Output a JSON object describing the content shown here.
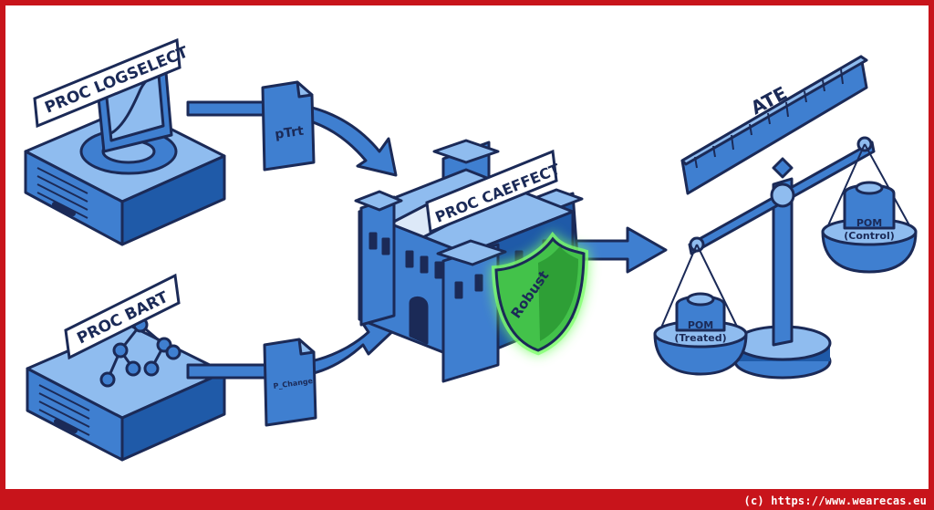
{
  "labels": {
    "logselect": "PROC LOGSELECT",
    "bart": "PROC BART",
    "caeffect": "PROC CAEFFECT",
    "ptrt": "pTrt",
    "pchange": "P_Change",
    "robust": "Robust",
    "ate": "ATE",
    "pom_treated_1": "POM",
    "pom_treated_2": "(Treated)",
    "pom_control_1": "POM",
    "pom_control_2": "(Control)"
  },
  "footer": "(c) https://www.wearecas.eu",
  "colors": {
    "frame": "#c8141b",
    "blue": "#3f7fd0",
    "blue_light": "#8fbcef",
    "blue_dark": "#1f5aa8",
    "outline": "#1b2a57",
    "shield_green": "#43c24a",
    "glow": "#7dff6a"
  }
}
